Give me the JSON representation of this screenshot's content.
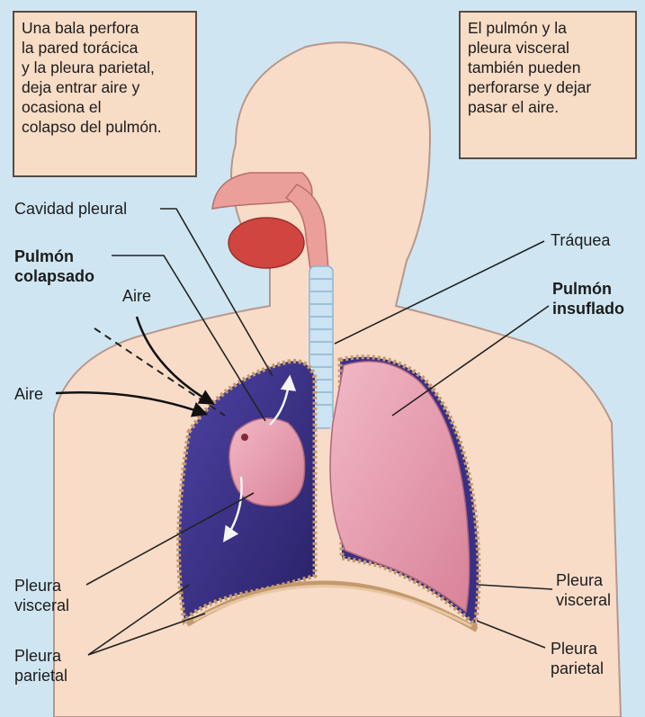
{
  "callouts": {
    "left": "Una bala perfora\nla pared torácica\ny la pleura parietal,\ndeja entrar aire y\nocasiona el\ncolapso del pulmón.",
    "right": "El pulmón y la\npleura visceral\ntambién pueden\nperforarse y dejar\npasar el aire."
  },
  "labels": {
    "cavidad_pleural": "Cavidad pleural",
    "pulmon_colapsado": "Pulmón\ncolapsado",
    "aire_top": "Aire",
    "aire_left": "Aire",
    "traquea": "Tráquea",
    "pulmon_insuflado": "Pulmón\ninsuflado",
    "pleura_visceral_left": "Pleura\nvisceral",
    "pleura_parietal_left": "Pleura\nparietal",
    "pleura_visceral_right": "Pleura\nvisceral",
    "pleura_parietal_right": "Pleura\nparietal"
  },
  "colors": {
    "background": "#cfe6f2",
    "skin": "#f8dcc8",
    "pleural_cavity": "#3a2f86",
    "lung": "#e7a0b0",
    "trachea": "#cbe3f2",
    "oral_cavity": "#d0453f"
  }
}
